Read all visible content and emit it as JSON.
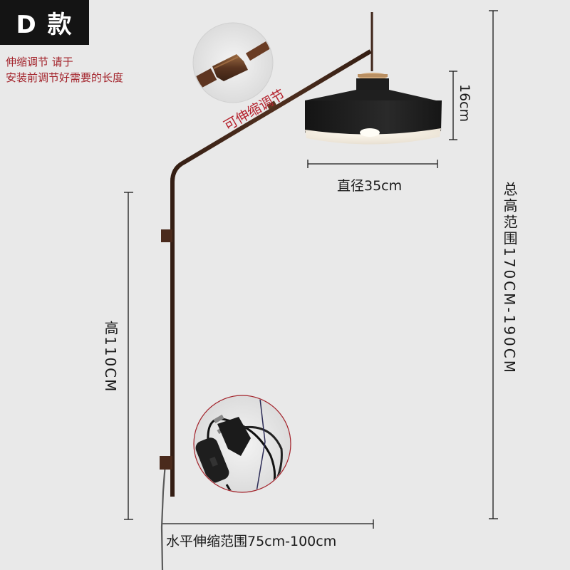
{
  "badge": {
    "label": "D 款"
  },
  "note": {
    "line1": "伸缩调节  请于",
    "line2": "安装前调节好需要的长度"
  },
  "labels": {
    "adjustable": "可伸缩调节",
    "shade_height": "16cm",
    "diameter": "直径35cm",
    "total_height": "总高范围170CM-190CM",
    "pole_height": "高110CM",
    "horizontal_range": "水平伸缩范围75cm-100cm"
  },
  "insets": [
    {
      "name": "telescopic-joint-detail",
      "description": "close-up of telescopic rod joint"
    },
    {
      "name": "plug-switch-detail",
      "description": "close-up of plug and inline switch cable"
    }
  ],
  "colors": {
    "background": "#e9e9e9",
    "badge": "#141414",
    "note_text": "#a3232b",
    "rod": "#4a2a1c",
    "shade": "#1b1b1b",
    "shade_inner": "#f2ece1",
    "wood": "#cfa77a",
    "inset_border_red": "#a3232b"
  }
}
